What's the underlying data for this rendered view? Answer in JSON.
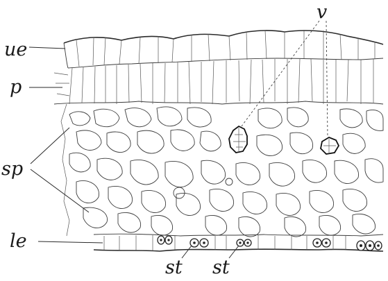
{
  "labels": {
    "upper_epidermis": "ue",
    "palisade": "p",
    "spongy": "sp",
    "lower_epidermis": "le",
    "vein": "v",
    "stoma_1": "st",
    "stoma_2": "st"
  }
}
